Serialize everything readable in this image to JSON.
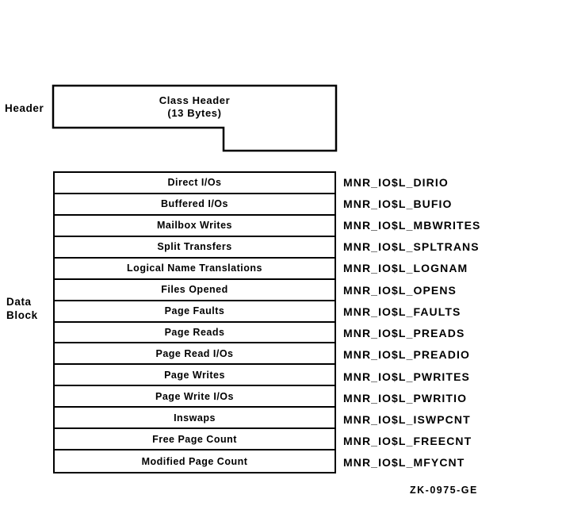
{
  "figure": {
    "header_label": "Header",
    "data_block_label": {
      "line1": "Data",
      "line2": "Block"
    },
    "header_box": {
      "line1": "Class Header",
      "line2": "(13 Bytes)"
    },
    "rows": [
      {
        "field": "Direct I/Os",
        "symbol": "MNR_IO$L_DIRIO"
      },
      {
        "field": "Buffered I/Os",
        "symbol": "MNR_IO$L_BUFIO"
      },
      {
        "field": "Mailbox Writes",
        "symbol": "MNR_IO$L_MBWRITES"
      },
      {
        "field": "Split Transfers",
        "symbol": "MNR_IO$L_SPLTRANS"
      },
      {
        "field": "Logical Name Translations",
        "symbol": "MNR_IO$L_LOGNAM"
      },
      {
        "field": "Files Opened",
        "symbol": "MNR_IO$L_OPENS"
      },
      {
        "field": "Page Faults",
        "symbol": "MNR_IO$L_FAULTS"
      },
      {
        "field": "Page Reads",
        "symbol": "MNR_IO$L_PREADS"
      },
      {
        "field": "Page Read I/Os",
        "symbol": "MNR_IO$L_PREADIO"
      },
      {
        "field": "Page Writes",
        "symbol": "MNR_IO$L_PWRITES"
      },
      {
        "field": "Page Write I/Os",
        "symbol": "MNR_IO$L_PWRITIO"
      },
      {
        "field": "Inswaps",
        "symbol": "MNR_IO$L_ISWPCNT"
      },
      {
        "field": "Free Page Count",
        "symbol": "MNR_IO$L_FREECNT"
      },
      {
        "field": "Modified Page Count",
        "symbol": "MNR_IO$L_MFYCNT"
      }
    ],
    "caption": "ZK-0975-GE",
    "colors": {
      "line": "#000000",
      "background": "#ffffff",
      "text": "#000000"
    }
  }
}
